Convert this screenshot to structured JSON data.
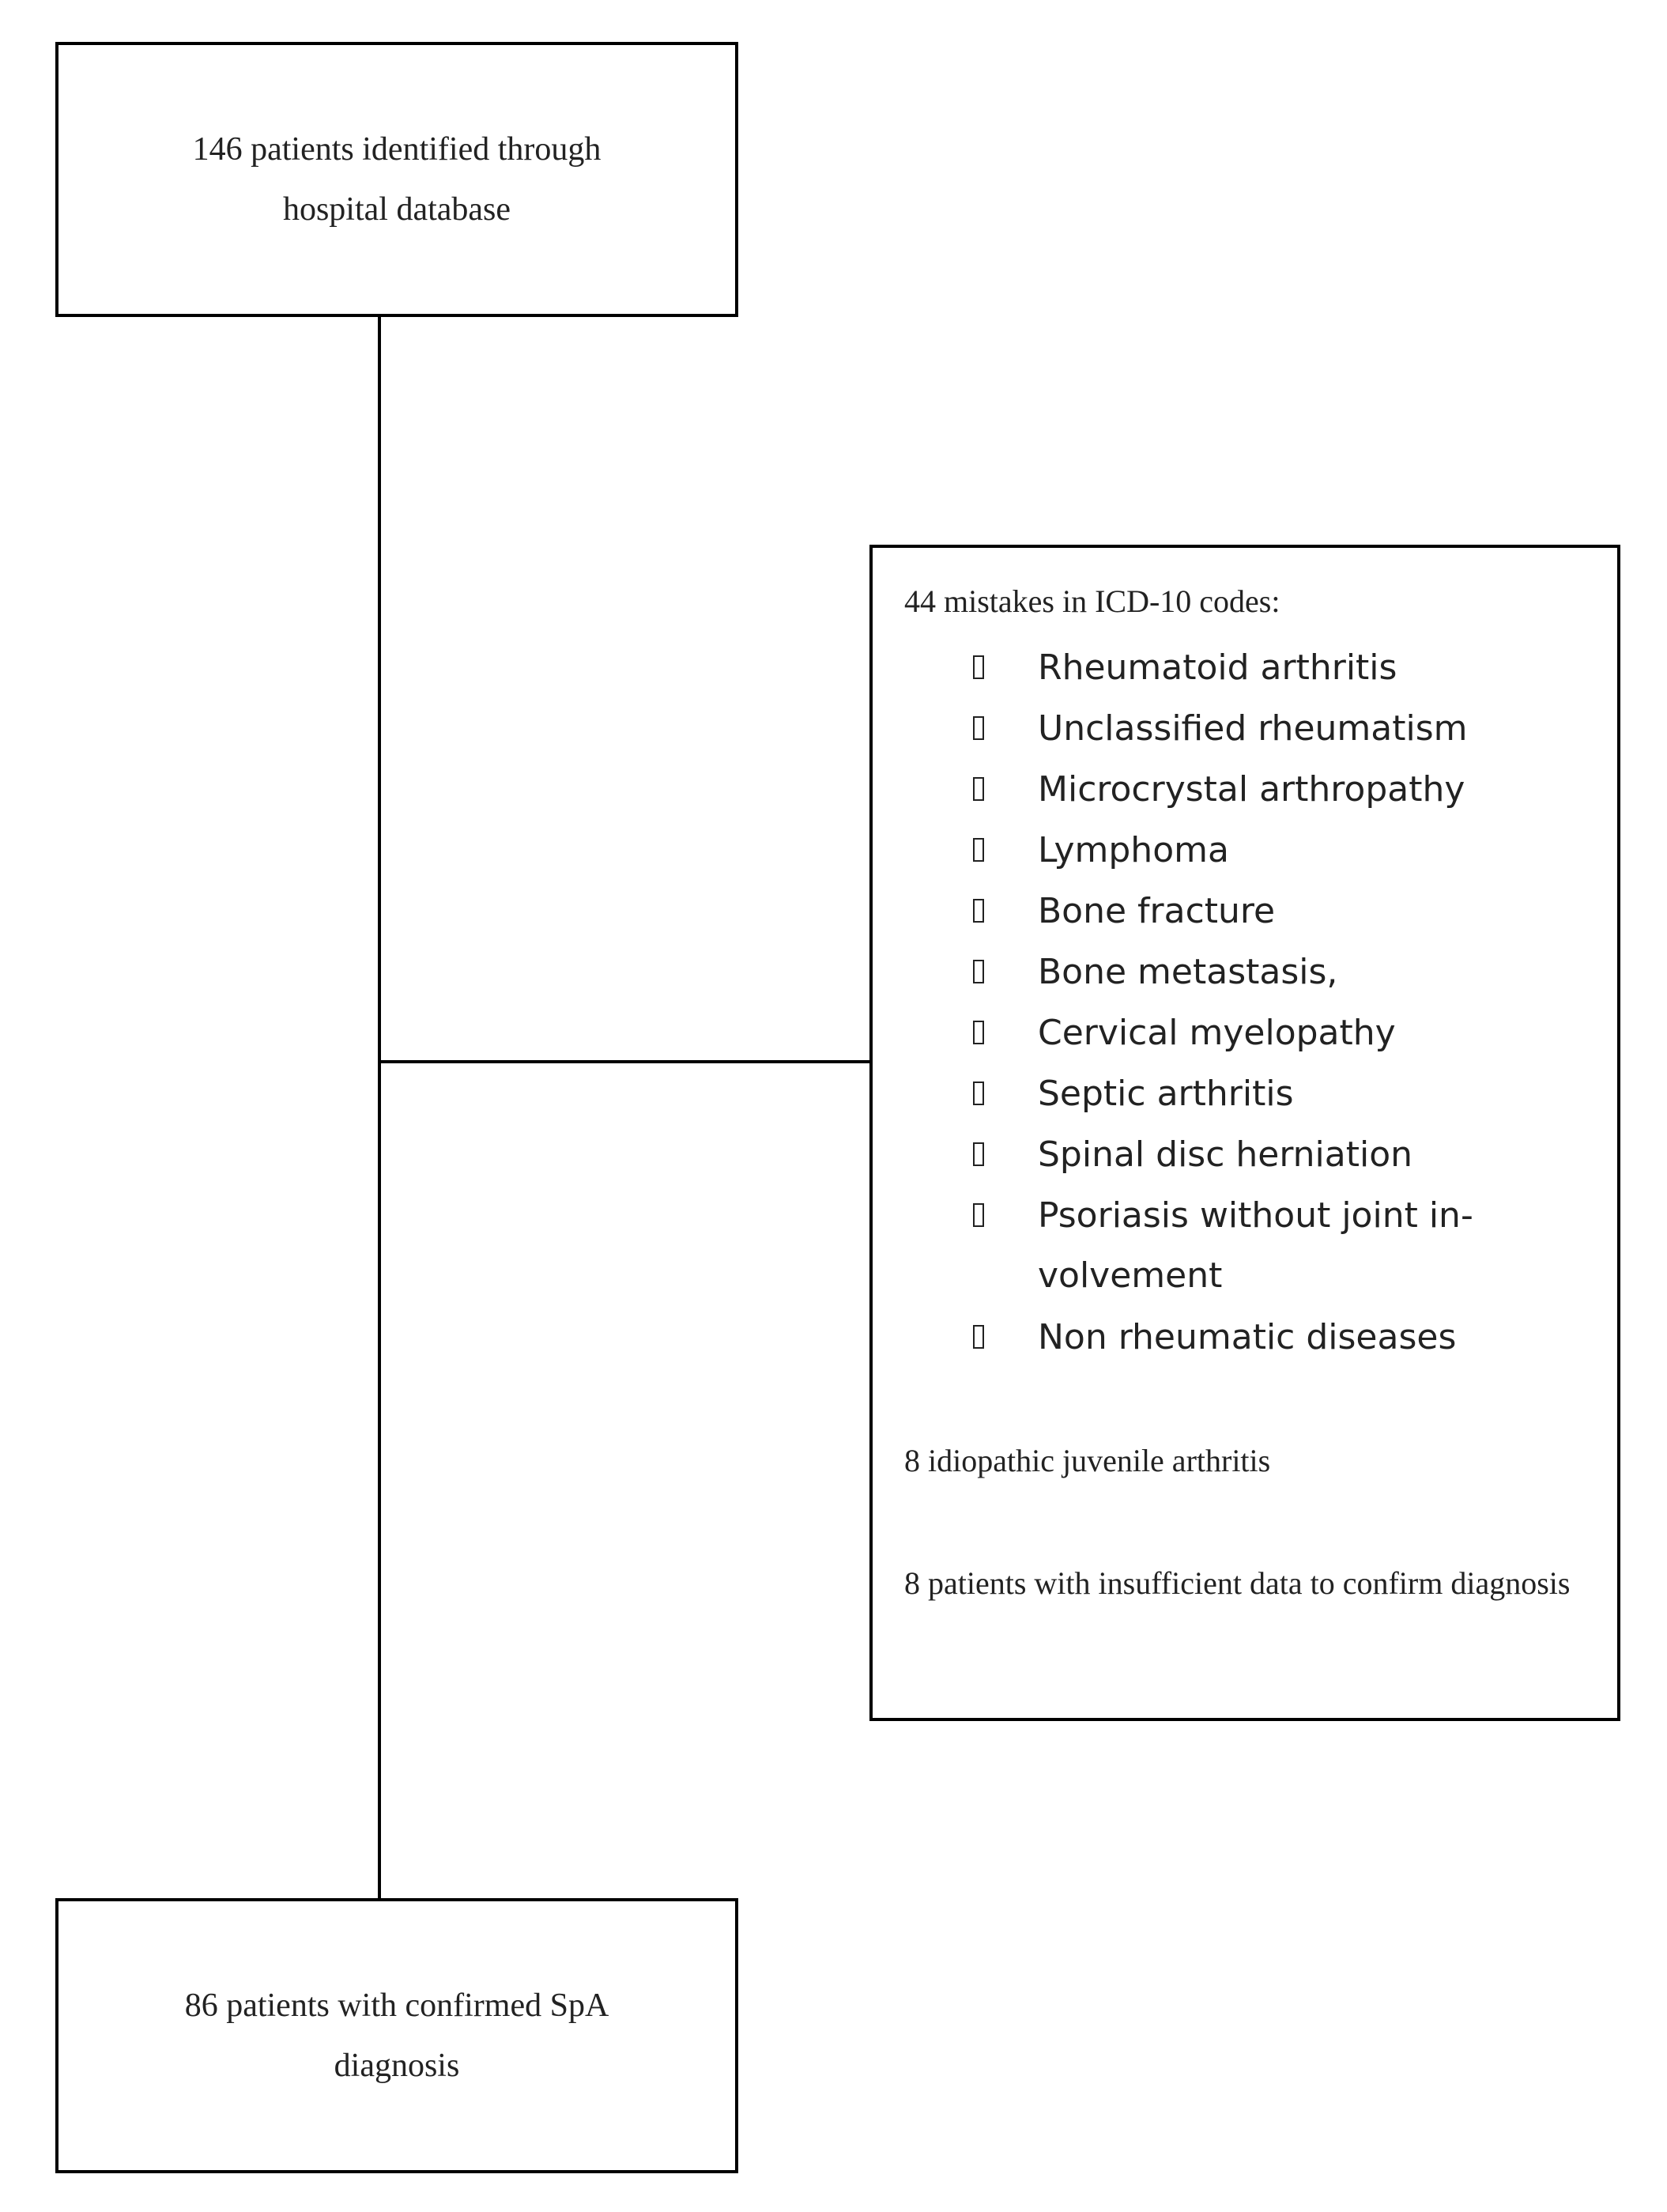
{
  "flowchart": {
    "identified": "146 patients identified through hospital database",
    "confirmed": "86 patients with confirmed SpA diagnosis",
    "exclusions": {
      "heading": "44 mistakes in ICD-10 codes:",
      "items": [
        {
          "label": "Rheumatoid arthritis"
        },
        {
          "label": "Unclassified rheumatism"
        },
        {
          "label": "Microcrystal arthropathy"
        },
        {
          "label": "Lymphoma"
        },
        {
          "label": "Bone fracture"
        },
        {
          "label": "Bone metastasis,"
        },
        {
          "label": "Cervical myelopathy"
        },
        {
          "label": "Septic arthritis"
        },
        {
          "label": "Spinal disc herniation"
        },
        {
          "label": "Psoriasis without joint in-volvement"
        },
        {
          "label": "Non rheumatic diseases"
        }
      ],
      "notes": [
        "8 idiopathic juvenile arthritis",
        "8 patients with insufficient data to confirm diagnosis"
      ]
    }
  }
}
